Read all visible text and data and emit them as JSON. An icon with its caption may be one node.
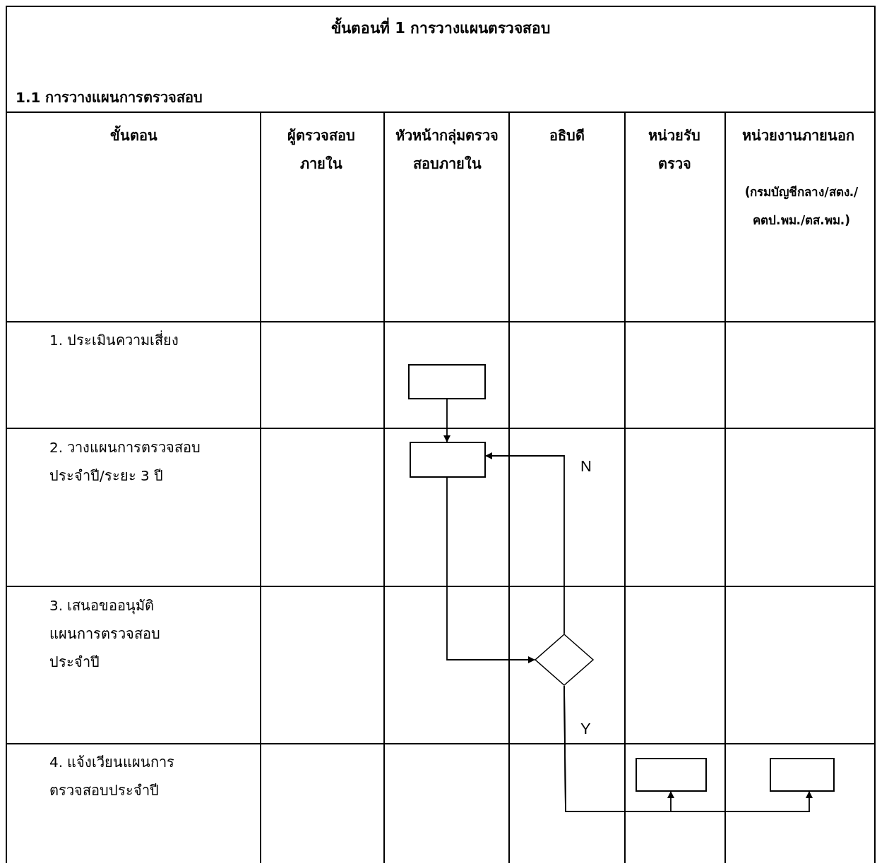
{
  "diagram": {
    "title": "ขั้นตอนที่ 1 การวางแผนตรวจสอบ",
    "nodes": [
      {
        "text": [],
        "shape": "box"
      },
      {
        "text": [],
        "shape": "box"
      },
      {
        "text": [],
        "shape": "diamond"
      },
      {
        "text": [],
        "shape": "box"
      },
      {
        "text": [],
        "shape": "box"
      }
    ],
    "edges": [
      {
        "from": 0,
        "to": 1,
        "arrow": "to"
      },
      {
        "from": 1,
        "to": 2,
        "arrow": "to"
      },
      {
        "from": 2,
        "to": 1,
        "arrow": "to",
        "label": "N"
      },
      {
        "from": 2,
        "to": 3,
        "arrow": "to",
        "label": "Y"
      },
      {
        "from": 2,
        "to": 4,
        "arrow": "to"
      }
    ],
    "labels": [
      "1.1 การวางแผนการตรวจสอบ",
      "ขั้นตอน",
      "ผู้ตรวจสอบภายใน",
      "หัวหน้ากลุ่มตรวจสอบภายใน",
      "อธิบดี",
      "หน่วยรับตรวจ",
      "หน่วยงานภายนอก",
      "(กรมบัญชีกลาง/สตง./คตป.พม./ตส.พม.)",
      "1. ประเมินความเสี่ยง",
      "2. วางแผนการตรวจสอบประจำปี/ระยะ 3 ปี",
      "3. เสนอขออนุมัติแผนการตรวจสอบประจำปี",
      "4. แจ้งเวียนแผนการตรวจสอบประจำปี"
    ]
  }
}
